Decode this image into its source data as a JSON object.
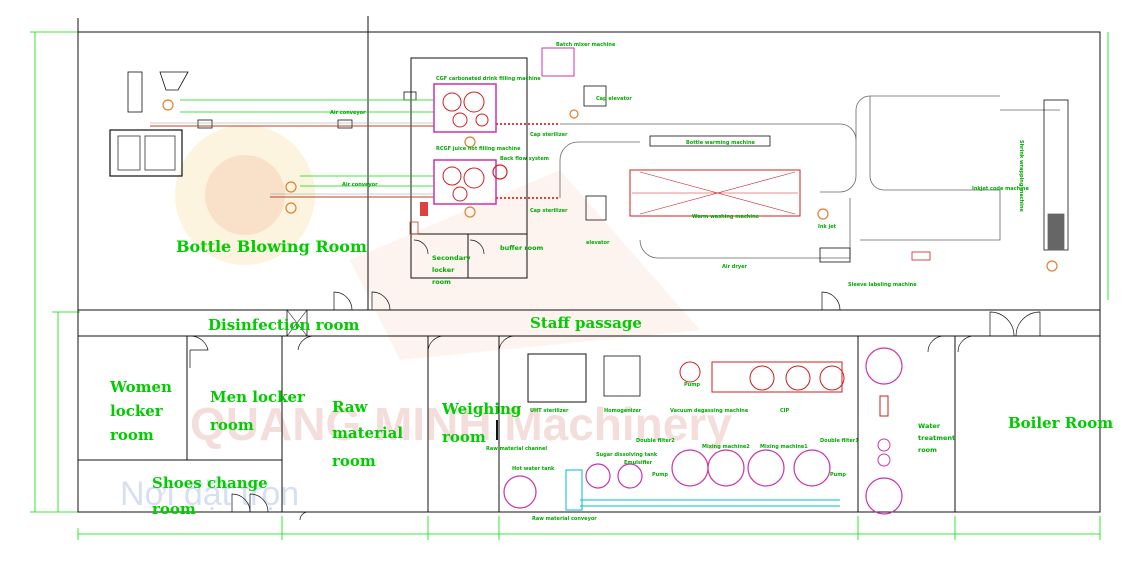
{
  "rooms": {
    "bottle_blowing": "Bottle Blowing Room",
    "staff_passage": "Staff passage",
    "disinfection": "Disinfection room",
    "women_locker": [
      "Women",
      "locker",
      "room"
    ],
    "men_locker": [
      "Men locker",
      "room"
    ],
    "raw_material": [
      "Raw",
      "material",
      "room"
    ],
    "weighing": [
      "Weighing",
      "room"
    ],
    "shoes_change": [
      "Shoes change",
      "room"
    ],
    "boiler": "Boiler Room",
    "secondary_locker": [
      "Secondary",
      "locker",
      "room"
    ],
    "buffer_room": "buffer room",
    "water_treatment": [
      "Water",
      "treatment",
      "room"
    ]
  },
  "equipment": {
    "carbonated_filling": "CGF carbonated drink filling machine",
    "juice_filling": "RCGF juice hot filling machine",
    "batch_mixer": "Batch mixer machine",
    "cap_elevator": "Cap elevator",
    "cap_sterilizer_1": "Cap sterilizer",
    "cap_sterilizer_2": "Cap sterilizer",
    "back_flow": "Back flow system",
    "elevator": "elevator",
    "air_conveyor_1": "Air conveyor",
    "air_conveyor_2": "Air conveyor",
    "bottle_warming": "Bottle warming machine",
    "warm_washing": "Warm washing machine",
    "air_dryer": "Air dryer",
    "sleeve_labeling": "Sleeve labeling machine",
    "ink_jet": "Ink jet",
    "inkjet_code": "Inkjet code machine",
    "shrink_wrapping": "Shrink wrapping machine",
    "uht": "UHT sterilizer",
    "homogenizer": "Homogenizer",
    "vacuum_degassing": "Vacuum degassing machine",
    "cip": "CIP",
    "pump_1": "Pump",
    "pump_2": "Pump",
    "pump_3": "Pump",
    "double_filter_1": "Double filter1",
    "double_filter_2": "Double filter2",
    "mixing_machine_1": "Mixing machine1",
    "mixing_machine_2": "Mixing machine2",
    "sugar_dissolving": "Sugar dissolving tank",
    "emulsifier": "Emulsifier",
    "hot_water_tank": "Hot water tank",
    "raw_material_channel": "Raw material channel",
    "raw_conveyor": "Raw material conveyor"
  },
  "watermark": {
    "brand": "QUANG MINH Machinery",
    "sub": "Nơi đặt trọn"
  },
  "colors": {
    "room_text": "#00cc00",
    "dimension_lines": "#00dd00",
    "machine_magenta": "#cc33aa",
    "machine_red": "#d02020",
    "walls": "#111111"
  }
}
